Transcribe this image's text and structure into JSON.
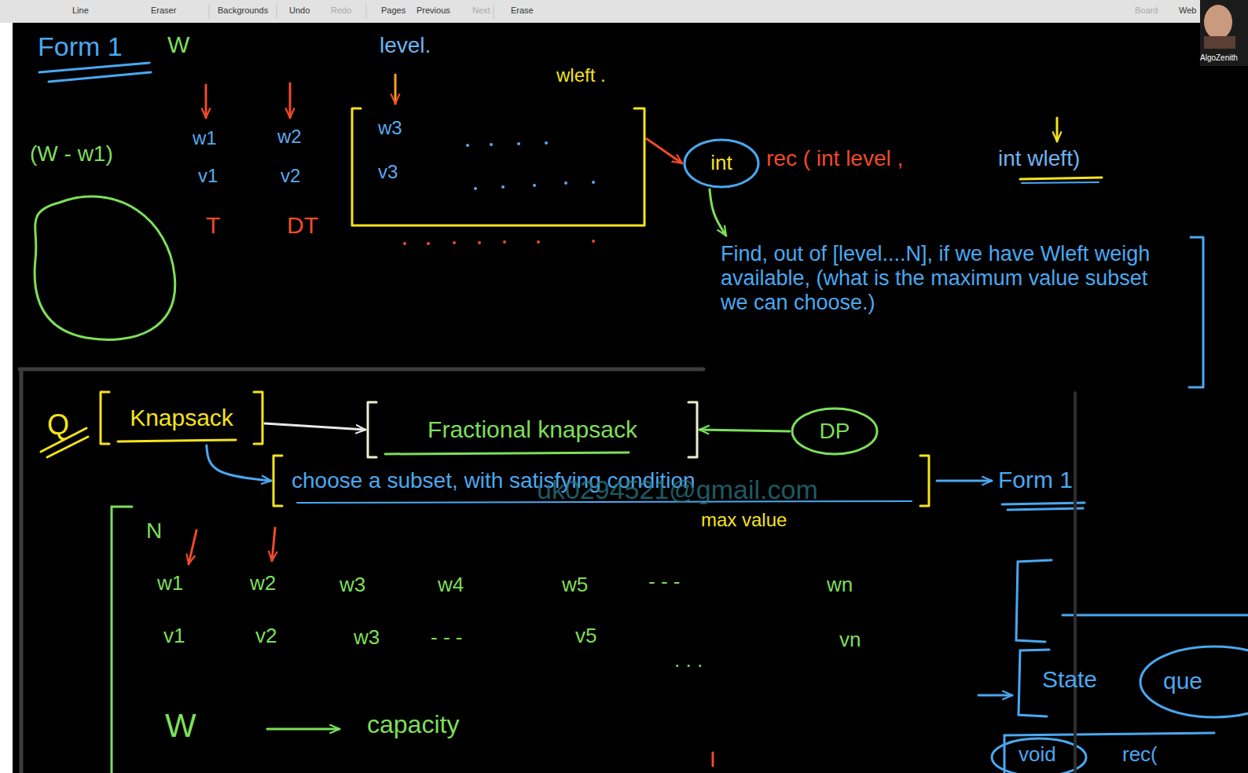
{
  "diagram": {
    "nodes": [
      {
        "text": [
          "w3",
          "v3"
        ]
      },
      {
        "text": [
          "int"
        ]
      },
      {
        "text": [
          "Find, out of [level....N], if we have Wleft weigh available, (what is the maximum value subset we can choose.)"
        ]
      },
      {
        "text": [
          "Knapsack"
        ]
      },
      {
        "text": [
          "Fractional knapsack"
        ]
      },
      {
        "text": [
          "DP"
        ]
      },
      {
        "text": [
          "choose a subset, with satisfying condition"
        ]
      }
    ],
    "edges": [
      {
        "from": 0,
        "to": 1,
        "arrow": "to"
      },
      {
        "from": 1,
        "to": 2,
        "arrow": "to"
      },
      {
        "from": 3,
        "to": 4,
        "arrow": "to"
      },
      {
        "from": 5,
        "to": 4,
        "arrow": "to"
      },
      {
        "from": 3,
        "to": 6,
        "arrow": "to"
      }
    ],
    "labels": [
      "Line",
      "Eraser",
      "Backgrounds",
      "Undo",
      "Redo",
      "Pages",
      "Previous",
      "Next",
      "Erase",
      "Board",
      "Web",
      "AlgoZenith",
      "Form 1",
      "W",
      "level.",
      "wleft .",
      "w1",
      "v1",
      "T",
      "w2",
      "v2",
      "DT",
      "(W - w1)",
      "rec ( int level ,",
      "int wleft)",
      "Q",
      "max value",
      "Form 1",
      "uk0294521@gmail.com",
      "N",
      "w1",
      "w2",
      "w3",
      "w4",
      "w5",
      "- - -",
      "wn",
      "v1",
      "v2",
      "w3",
      "- - -",
      "v5",
      ". . .",
      "vn",
      "W",
      "capacity",
      "State",
      "que",
      "void",
      "rec("
    ]
  }
}
